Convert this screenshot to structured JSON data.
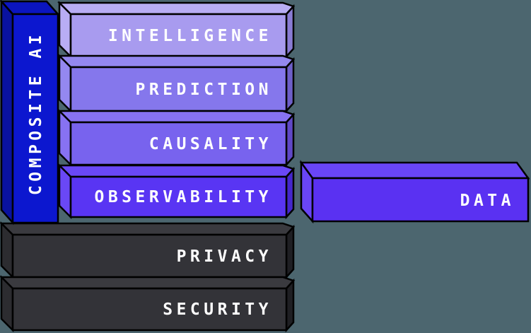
{
  "canvas": {
    "background": "#4C666F",
    "outline_color": "#000000",
    "label_color": "#FFFFFF"
  },
  "composite_bar": {
    "label": "COMPOSITE AI",
    "front": "#0C17CF",
    "top": "#0B15C0",
    "side": "#0912A0"
  },
  "stack_bars": [
    {
      "label": "INTELLIGENCE",
      "front": "#A89BEF",
      "top": "#B8ADF4",
      "side": "#B8ADF4",
      "edge": "#8A7CD4"
    },
    {
      "label": "PREDICTION",
      "front": "#8577EC",
      "top": "#9488F0",
      "side": "#9488F0",
      "edge": "#6E5FC8"
    },
    {
      "label": "CAUSALITY",
      "front": "#7863EE",
      "top": "#8772F2",
      "side": "#8772F2",
      "edge": "#6048C6"
    },
    {
      "label": "OBSERVABILITY",
      "front": "#5935F3",
      "top": "#6A48F6",
      "side": "#6A48F6",
      "edge": "#4527CC"
    },
    {
      "label": "PRIVACY",
      "front": "#333338",
      "top": "#3A3A3F",
      "side": "#2C2C30",
      "edge": "#1F1F23"
    },
    {
      "label": "SECURITY",
      "front": "#333338",
      "top": "#3A3A3F",
      "side": "#2C2C30",
      "edge": "#1F1F23"
    }
  ],
  "data_bar": {
    "label": "DATA",
    "front": "#5A31F2",
    "top": "#6945F6",
    "side": "#6945F6"
  }
}
